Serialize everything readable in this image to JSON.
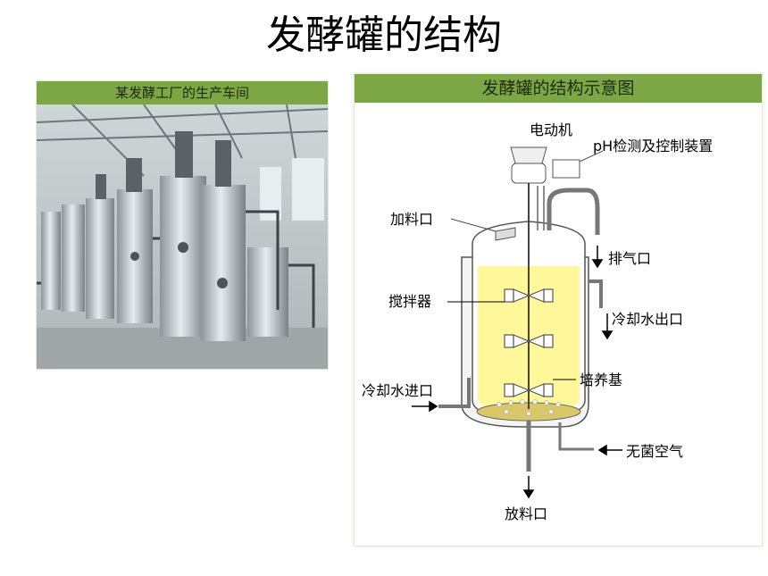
{
  "title": "发酵罐的结构",
  "left_panel": {
    "caption": "某发酵工厂的生产车间"
  },
  "right_panel": {
    "caption": "发酵罐的结构示意图",
    "labels": {
      "motor": "电动机",
      "ph": "pH检测及控制装置",
      "feed": "加料口",
      "exhaust": "排气口",
      "stirrer": "搅拌器",
      "coolant_out": "冷却水出口",
      "medium": "培养基",
      "coolant_in": "冷却水进口",
      "sterile_air": "无菌空气",
      "discharge": "放料口"
    }
  },
  "colors": {
    "header_green": "#7da644",
    "medium_yellow": "#fff79a"
  }
}
